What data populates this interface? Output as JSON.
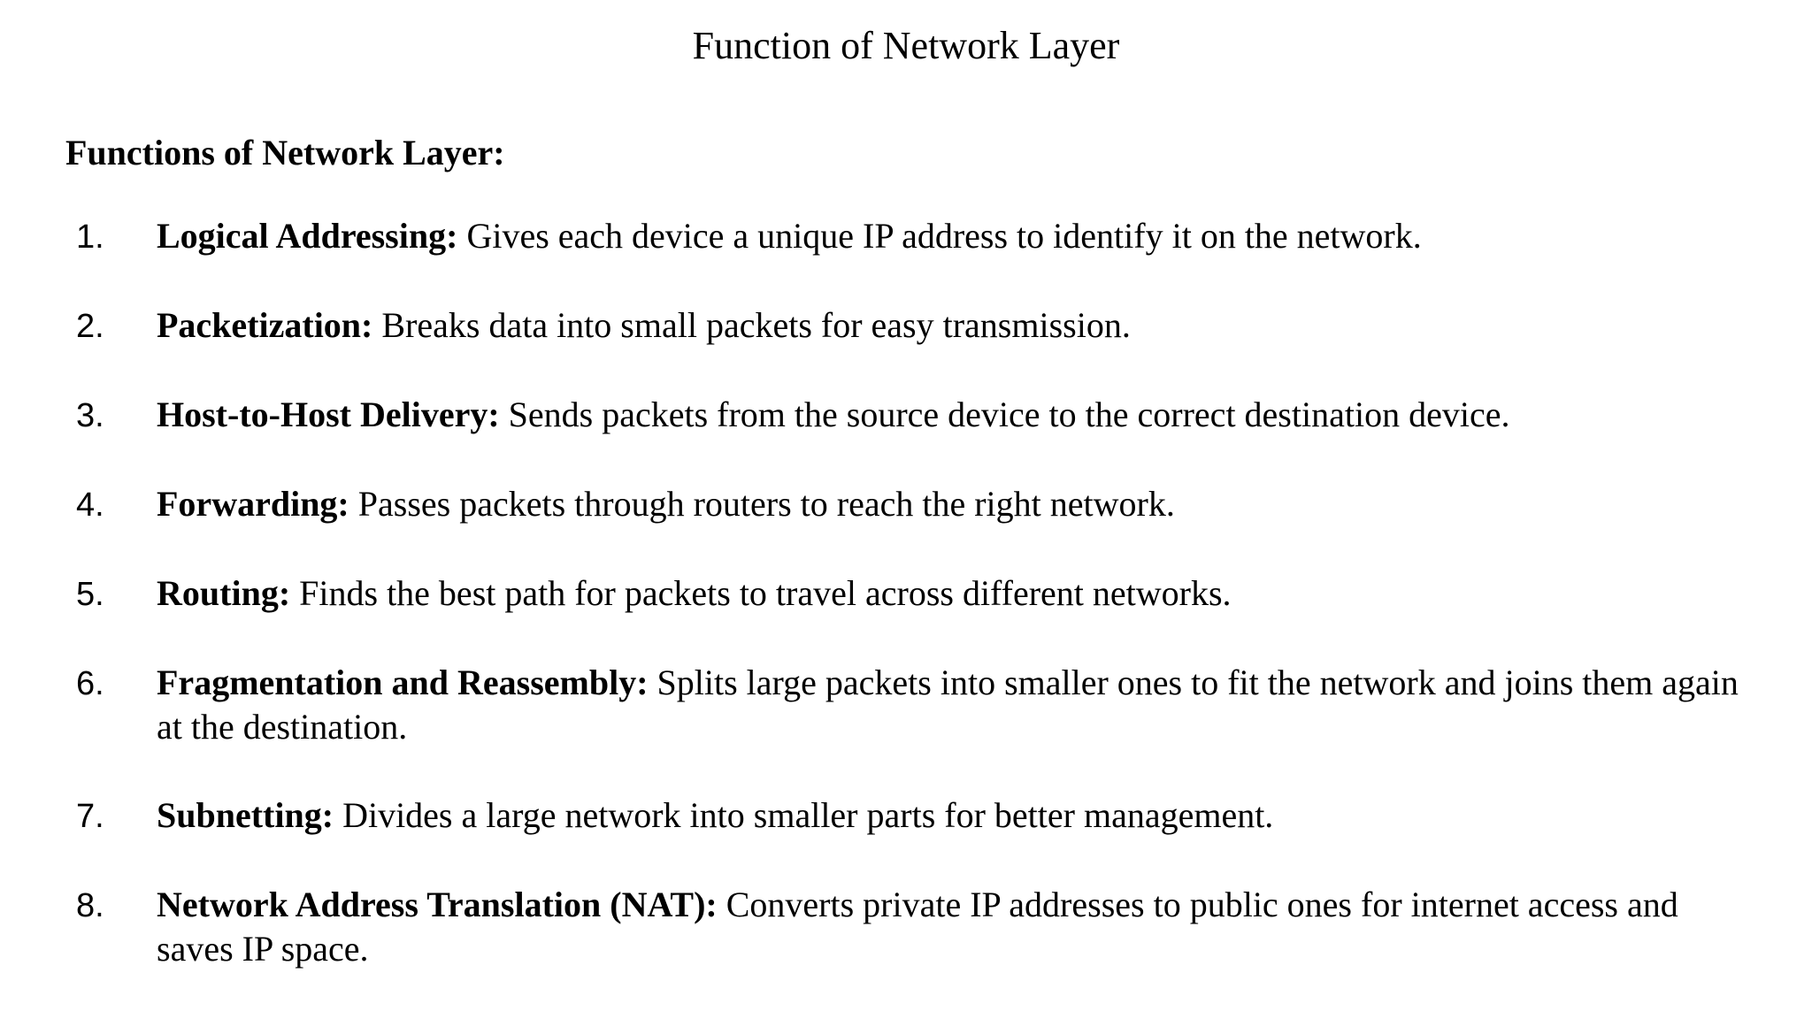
{
  "colors": {
    "background": "#ffffff",
    "text": "#000000"
  },
  "page": {
    "title": "Function of Network Layer",
    "heading": "Functions of Network Layer:",
    "list": [
      {
        "number": "1.",
        "term": "Logical Addressing:",
        "description": "Gives each device a unique IP address to identify it on the network."
      },
      {
        "number": "2.",
        "term": "Packetization:",
        "description": "Breaks data into small packets for easy transmission."
      },
      {
        "number": "3.",
        "term": "Host-to-Host Delivery:",
        "description": "Sends packets from the source device to the correct destination device."
      },
      {
        "number": "4.",
        "term": "Forwarding:",
        "description": "Passes packets through routers to reach the right network."
      },
      {
        "number": "5.",
        "term": "Routing:",
        "description": "Finds the best path for packets to travel across different networks."
      },
      {
        "number": "6.",
        "term": "Fragmentation and Reassembly:",
        "description": "Splits large packets into smaller ones to fit the network and joins them again at the destination."
      },
      {
        "number": "7.",
        "term": "Subnetting:",
        "description": "Divides a large network into smaller parts for better management."
      },
      {
        "number": "8.",
        "term": "Network Address Translation (NAT):",
        "description": "Converts private IP addresses to public ones for internet access and saves IP space."
      }
    ]
  }
}
